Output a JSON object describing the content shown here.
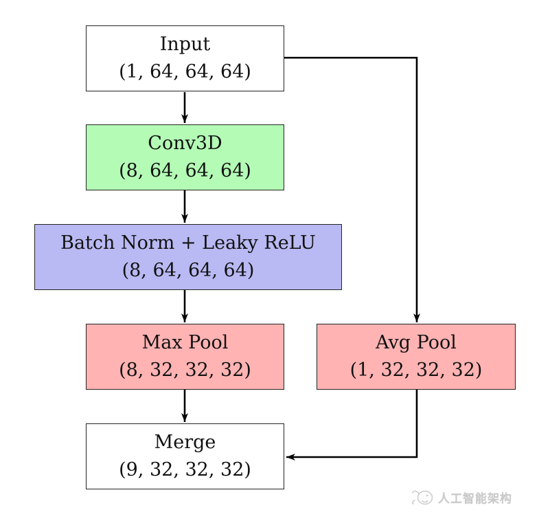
{
  "diagram": {
    "type": "flowchart",
    "nodes": [
      {
        "id": "input",
        "label": "Input",
        "shape": "(1, 64, 64, 64)",
        "fill": "#ffffff"
      },
      {
        "id": "conv3d",
        "label": "Conv3D",
        "shape": "(8, 64, 64, 64)",
        "fill": "#b4fcb6"
      },
      {
        "id": "batchnorm",
        "label": "Batch Norm + Leaky ReLU",
        "shape": "(8, 64, 64, 64)",
        "fill": "#b9b9f3"
      },
      {
        "id": "maxpool",
        "label": "Max Pool",
        "shape": "(8, 32, 32, 32)",
        "fill": "#ffb3b3"
      },
      {
        "id": "avgpool",
        "label": "Avg Pool",
        "shape": "(1, 32, 32, 32)",
        "fill": "#ffb3b3"
      },
      {
        "id": "merge",
        "label": "Merge",
        "shape": "(9, 32, 32, 32)",
        "fill": "#ffffff"
      }
    ],
    "edges": [
      {
        "from": "input",
        "to": "conv3d"
      },
      {
        "from": "conv3d",
        "to": "batchnorm"
      },
      {
        "from": "batchnorm",
        "to": "maxpool"
      },
      {
        "from": "maxpool",
        "to": "merge"
      },
      {
        "from": "input",
        "to": "avgpool"
      },
      {
        "from": "avgpool",
        "to": "merge"
      }
    ],
    "edge_color": "#000000",
    "border_color": "#242424"
  },
  "watermark": {
    "text": "人工智能架构",
    "icon": "panda-mascot-logo-icon",
    "color": "#c8c8c8"
  }
}
